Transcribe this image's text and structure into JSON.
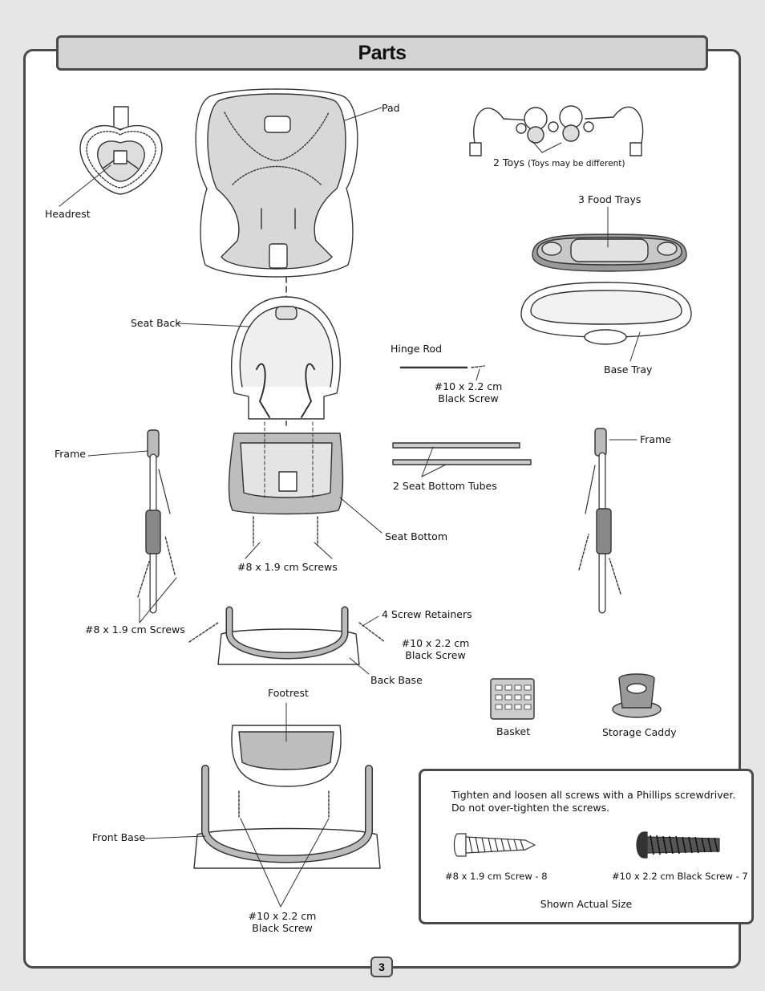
{
  "title": "Parts",
  "labels": {
    "pad": "Pad",
    "headrest": "Headrest",
    "toys": "2 Toys",
    "toys_note": "(Toys may be different)",
    "food_trays": "3 Food Trays",
    "base_tray": "Base Tray",
    "seat_back": "Seat Back",
    "hinge_rod": "Hinge Rod",
    "hinge_screw_line1": "#10 x 2.2 cm",
    "hinge_screw_line2": "Black Screw",
    "frame_left": "Frame",
    "frame_right": "Frame",
    "seat_bottom_tubes": "2 Seat Bottom Tubes",
    "seat_bottom": "Seat Bottom",
    "seat_screws": "#8 x 1.9 cm Screws",
    "frame_screws": "#8 x 1.9 cm Screws",
    "screw_retainers": "4 Screw Retainers",
    "back_base_screw_line1": "#10 x 2.2 cm",
    "back_base_screw_line2": "Black Screw",
    "back_base": "Back Base",
    "footrest": "Footrest",
    "basket": "Basket",
    "storage_caddy": "Storage Caddy",
    "front_base": "Front Base",
    "front_screw_line1": "#10 x 2.2 cm",
    "front_screw_line2": "Black Screw"
  },
  "note": {
    "line1": "Tighten and loosen all screws with a Phillips screwdriver.",
    "line2": "Do not over-tighten the screws.",
    "screw_small": "#8 x 1.9 cm Screw - 8",
    "screw_black": "#10 x 2.2 cm Black Screw - 7",
    "caption": "Shown Actual Size"
  },
  "page_number": "3"
}
